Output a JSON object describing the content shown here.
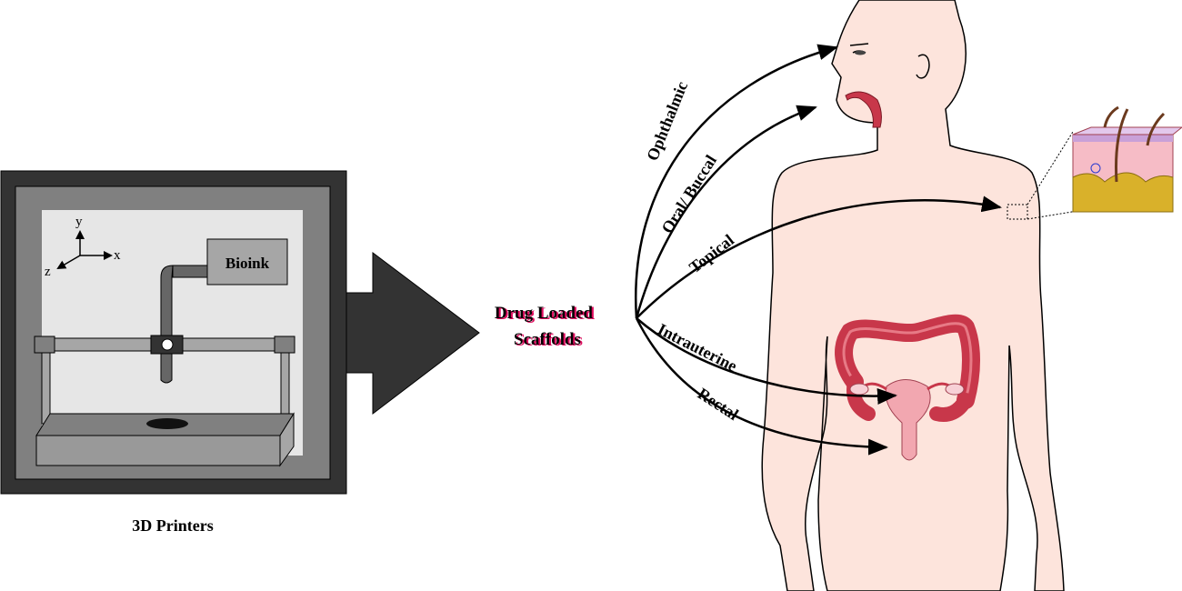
{
  "printer": {
    "caption": "3D Printers",
    "bioink_label": "Bioink",
    "axes": {
      "x": "x",
      "y": "y",
      "z": "z"
    }
  },
  "center": {
    "line1": "Drug Loaded",
    "line2": "Scaffolds",
    "accent_color": "#e0115f"
  },
  "routes": [
    {
      "label": "Ophthalmic"
    },
    {
      "label": "Oral/ Buccal"
    },
    {
      "label": "Topical"
    },
    {
      "label": "Intrauterine"
    },
    {
      "label": "Rectal"
    }
  ],
  "colors": {
    "skin": "#fde4dc",
    "colon": "#c8374a",
    "dark": "#333333"
  }
}
